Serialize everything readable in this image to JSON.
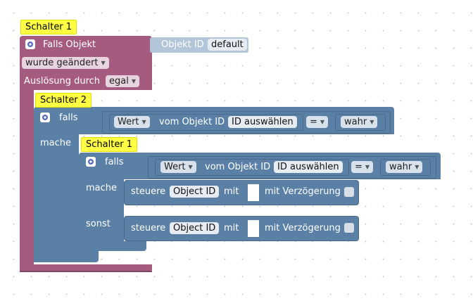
{
  "comments": {
    "outer": "Schalter 1",
    "middle": "Schalter 2",
    "inner": "Schalter 1"
  },
  "trigger": {
    "title": "Falls Objekt",
    "objekt_id_label": "Objekt ID",
    "objekt_id_value": "default",
    "condition_value": "wurde geändert",
    "trigger_label": "Auslösung durch",
    "trigger_value": "egal"
  },
  "if_block": {
    "falls_label": "falls",
    "mache_label": "mache",
    "sonst_label": "sonst"
  },
  "condition_outer": {
    "value_type": "Wert",
    "vom_label": "vom Objekt ID",
    "id_field": "ID auswählen",
    "operator": "=",
    "comparison": "wahr"
  },
  "condition_inner": {
    "value_type": "Wert",
    "vom_label": "vom Objekt ID",
    "id_field": "ID auswählen",
    "operator": "=",
    "comparison": "wahr"
  },
  "actions": [
    {
      "label": "steuere",
      "object_field": "Object ID",
      "mit_label": "mit",
      "delay_label": "mit Verzögerung"
    },
    {
      "label": "steuere",
      "object_field": "Object ID",
      "mit_label": "mit",
      "delay_label": "mit Verzögerung"
    }
  ],
  "colors": {
    "trigger_block": "#a55b80",
    "control_block": "#5b80a5",
    "comment_bubble": "#ffff44",
    "object_id_block": "#b3c5d8"
  }
}
